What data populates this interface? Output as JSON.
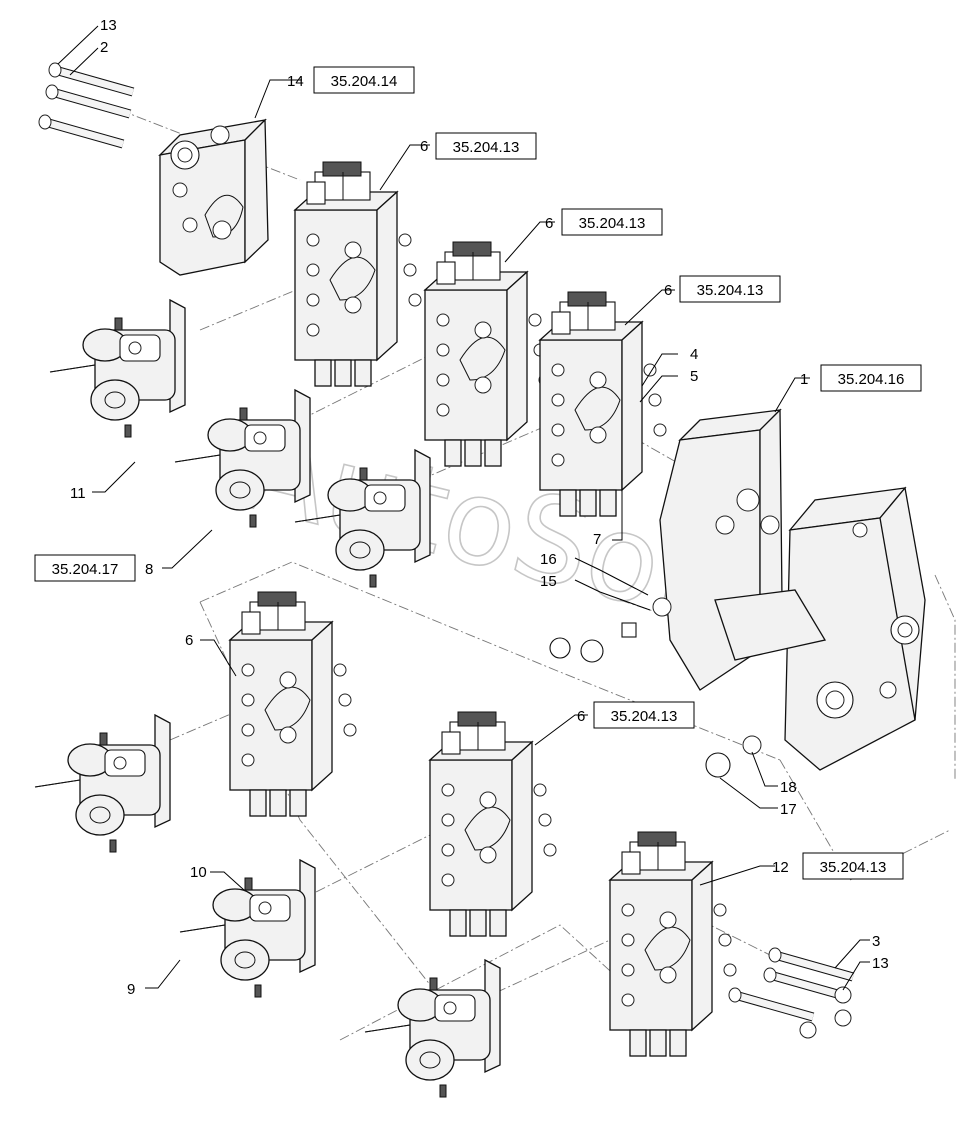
{
  "watermark": "AutoSoft.ru",
  "callouts": [
    {
      "id": "c13a",
      "label": "13"
    },
    {
      "id": "c2",
      "label": "2"
    },
    {
      "id": "c14",
      "label": "14",
      "ref": "35.204.14"
    },
    {
      "id": "c6a",
      "label": "6",
      "ref": "35.204.13"
    },
    {
      "id": "c6b",
      "label": "6",
      "ref": "35.204.13"
    },
    {
      "id": "c6c",
      "label": "6",
      "ref": "35.204.13"
    },
    {
      "id": "c4",
      "label": "4"
    },
    {
      "id": "c5",
      "label": "5"
    },
    {
      "id": "c1",
      "label": "1",
      "ref": "35.204.16"
    },
    {
      "id": "c11",
      "label": "11"
    },
    {
      "id": "c7",
      "label": "7"
    },
    {
      "id": "c8",
      "label": "8",
      "ref": "35.204.17"
    },
    {
      "id": "c16",
      "label": "16"
    },
    {
      "id": "c15",
      "label": "15"
    },
    {
      "id": "c6d",
      "label": "6"
    },
    {
      "id": "c6e",
      "label": "6",
      "ref": "35.204.13"
    },
    {
      "id": "c18",
      "label": "18"
    },
    {
      "id": "c17",
      "label": "17"
    },
    {
      "id": "c10",
      "label": "10"
    },
    {
      "id": "c12",
      "label": "12",
      "ref": "35.204.13"
    },
    {
      "id": "c9",
      "label": "9"
    },
    {
      "id": "c3",
      "label": "3"
    },
    {
      "id": "c13b",
      "label": "13"
    }
  ]
}
